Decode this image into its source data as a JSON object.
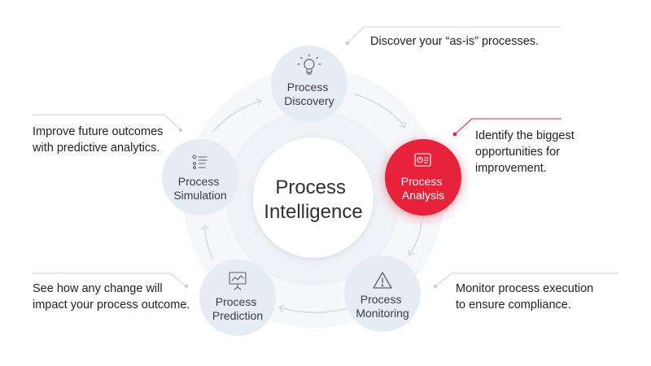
{
  "colors": {
    "background": "#ffffff",
    "ring_outer": "#f4f6f9",
    "ring_inner": "#edf0f4",
    "center_fill": "#ffffff",
    "node_fill": "#e6ecf4",
    "node_text": "#3b3b44",
    "active_fill": "#e8233a",
    "active_text": "#ffffff",
    "arrow": "#d6dbe2",
    "connector": "#c9d3e0",
    "connector_dot": "#c9d3e0",
    "active_connector": "#e8233a",
    "callout_text": "#1f1f27"
  },
  "center": {
    "line1": "Process",
    "line2": "Intelligence"
  },
  "nodes": {
    "discovery": {
      "line1": "Process",
      "line2": "Discovery",
      "icon": "lightbulb-icon"
    },
    "analysis": {
      "line1": "Process",
      "line2": "Analysis",
      "icon": "dashboard-icon",
      "active": true
    },
    "monitoring": {
      "line1": "Process",
      "line2": "Monitoring",
      "icon": "warning-icon"
    },
    "prediction": {
      "line1": "Process",
      "line2": "Prediction",
      "icon": "presentation-chart-icon"
    },
    "simulation": {
      "line1": "Process",
      "line2": "Simulation",
      "icon": "list-settings-icon"
    }
  },
  "callouts": {
    "discovery": {
      "line1": "Discover your “as-is” processes."
    },
    "analysis": {
      "line1": "Identify the biggest",
      "line2": "opportunities for",
      "line3": "improvement."
    },
    "monitoring": {
      "line1": "Monitor process execution",
      "line2": "to ensure compliance."
    },
    "prediction": {
      "line1": "See how any change will",
      "line2": "impact your process outcome."
    },
    "simulation": {
      "line1": "Improve future outcomes",
      "line2": "with predictive analytics."
    }
  }
}
